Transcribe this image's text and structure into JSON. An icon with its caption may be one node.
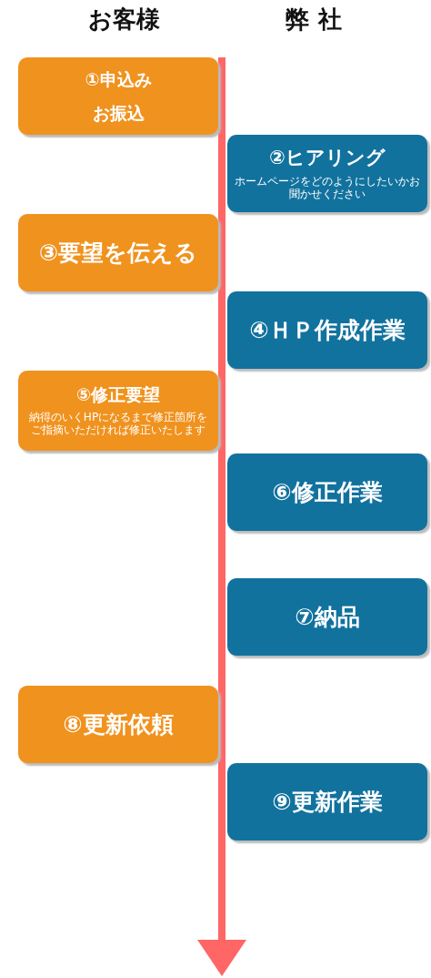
{
  "diagram": {
    "nodes": [
      {
        "text": [
          "①申込み",
          "お振込"
        ]
      },
      {
        "text": [
          "②ヒアリング",
          "ホームページをどのようにしたいかお聞かせください"
        ]
      },
      {
        "text": [
          "③要望を伝える"
        ]
      },
      {
        "text": [
          "④ＨＰ作成作業"
        ]
      },
      {
        "text": [
          "⑤修正要望",
          "納得のいくHPになるまで修正箇所をご指摘いただければ修正いたします"
        ]
      },
      {
        "text": [
          "⑥修正作業"
        ]
      },
      {
        "text": [
          "⑦納品"
        ]
      },
      {
        "text": [
          "⑧更新依頼"
        ]
      },
      {
        "text": [
          "⑨更新作業"
        ]
      }
    ],
    "edges": [],
    "labels": [
      "お客様",
      "弊 社"
    ]
  }
}
